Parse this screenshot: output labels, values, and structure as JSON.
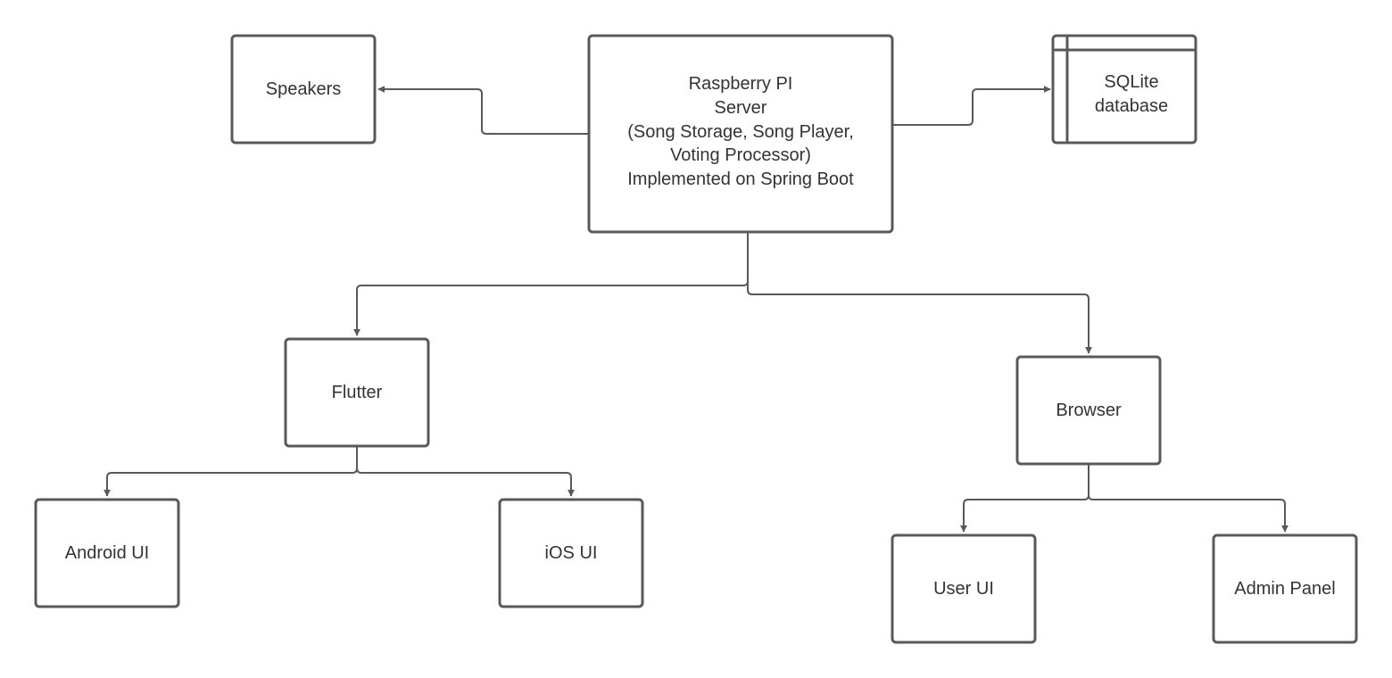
{
  "colors": {
    "stroke": "#595959",
    "text": "#333333",
    "background": "#ffffff"
  },
  "nodes": {
    "server": {
      "lines": [
        "Raspberry PI",
        "Server",
        "(Song Storage, Song Player,",
        "Voting Processor)",
        "Implemented on Spring Boot"
      ]
    },
    "speakers": {
      "label": "Speakers"
    },
    "database": {
      "lines": [
        "SQLite",
        "database"
      ],
      "icon": "database-icon"
    },
    "flutter": {
      "label": "Flutter"
    },
    "browser": {
      "label": "Browser"
    },
    "android": {
      "label": "Android UI"
    },
    "ios": {
      "label": "iOS UI"
    },
    "user_ui": {
      "label": "User UI"
    },
    "admin": {
      "label": "Admin Panel"
    }
  },
  "edges": [
    {
      "from": "server",
      "to": "speakers"
    },
    {
      "from": "server",
      "to": "database"
    },
    {
      "from": "server",
      "to": "flutter"
    },
    {
      "from": "server",
      "to": "browser"
    },
    {
      "from": "flutter",
      "to": "android"
    },
    {
      "from": "flutter",
      "to": "ios"
    },
    {
      "from": "browser",
      "to": "user_ui"
    },
    {
      "from": "browser",
      "to": "admin"
    }
  ]
}
